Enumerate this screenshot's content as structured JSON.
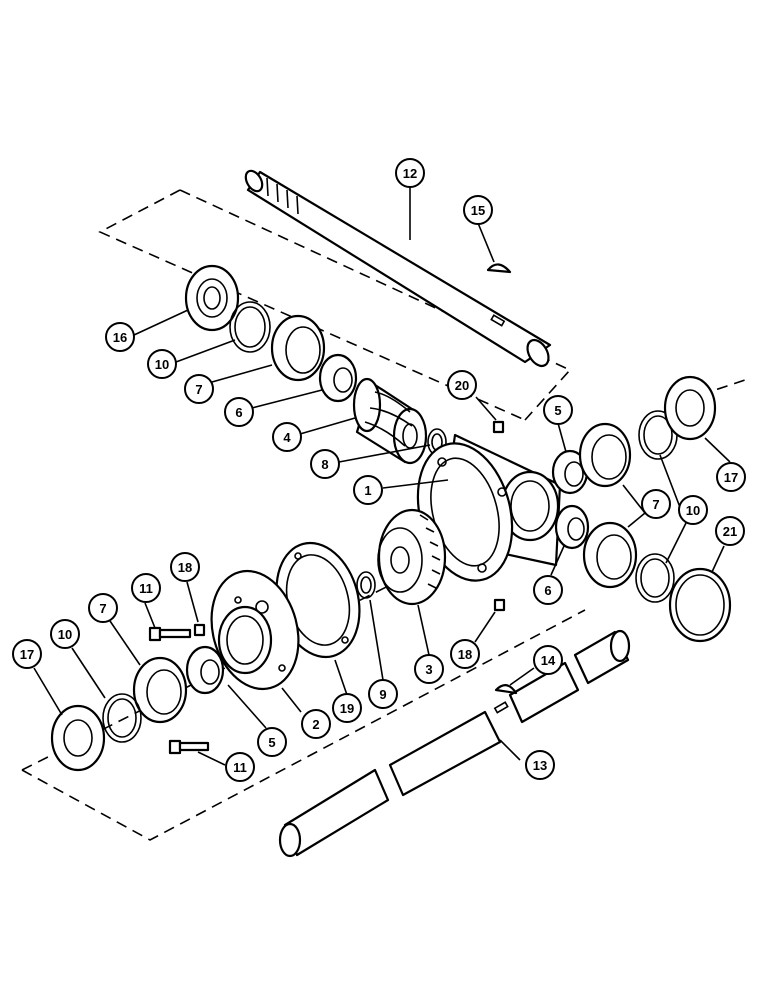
{
  "callouts": [
    {
      "label": "12"
    },
    {
      "label": "15"
    },
    {
      "label": "16"
    },
    {
      "label": "10"
    },
    {
      "label": "7"
    },
    {
      "label": "6"
    },
    {
      "label": "4"
    },
    {
      "label": "20"
    },
    {
      "label": "8"
    },
    {
      "label": "5"
    },
    {
      "label": "1"
    },
    {
      "label": "10"
    },
    {
      "label": "17"
    },
    {
      "label": "7"
    },
    {
      "label": "21"
    },
    {
      "label": "6"
    },
    {
      "label": "18"
    },
    {
      "label": "11"
    },
    {
      "label": "7"
    },
    {
      "label": "10"
    },
    {
      "label": "17"
    },
    {
      "label": "5"
    },
    {
      "label": "2"
    },
    {
      "label": "19"
    },
    {
      "label": "9"
    },
    {
      "label": "3"
    },
    {
      "label": "18"
    },
    {
      "label": "14"
    },
    {
      "label": "13"
    },
    {
      "label": "11"
    }
  ]
}
